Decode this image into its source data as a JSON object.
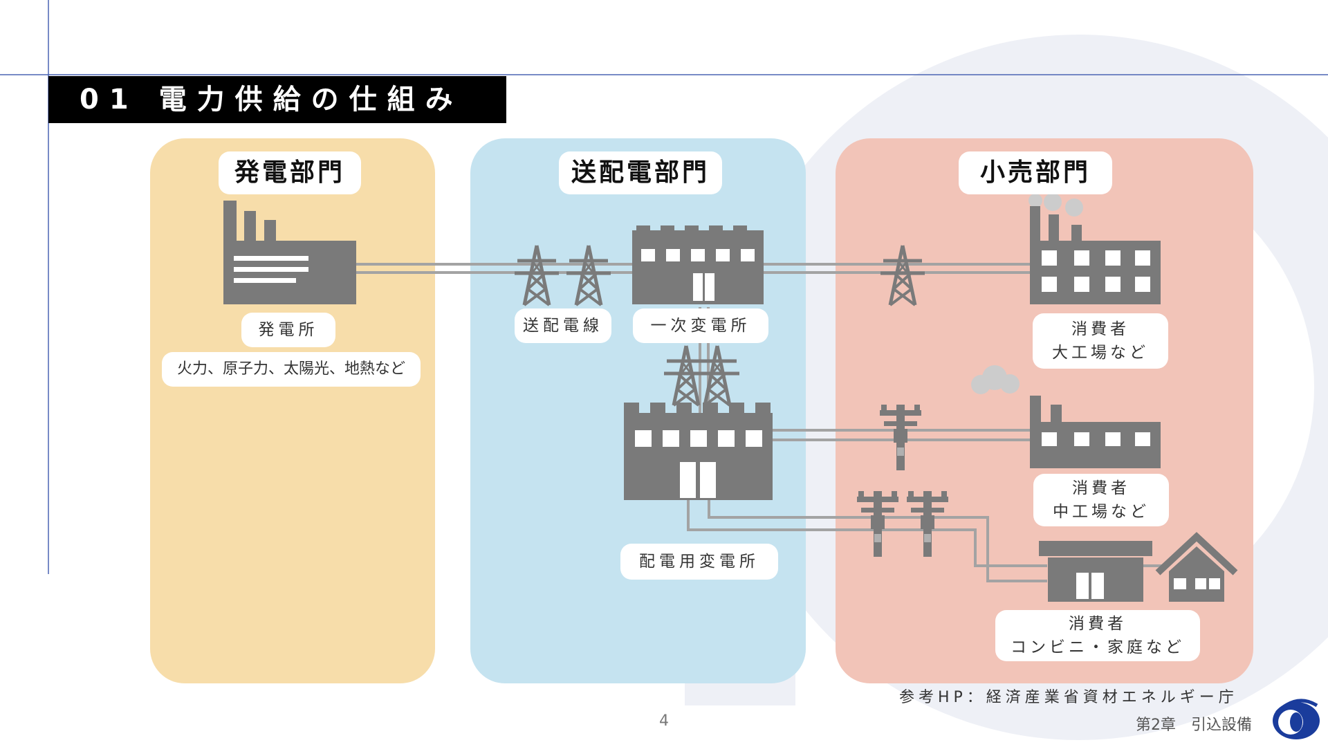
{
  "title": "01 電力供給の仕組み",
  "sections": {
    "generation": {
      "heading": "発電部門",
      "plant_label": "発電所",
      "plant_types": "火力、原子力、太陽光、地熱など"
    },
    "transmission": {
      "heading": "送配電部門",
      "line_label": "送配電線",
      "primary_substation": "一次変電所",
      "distribution_substation": "配電用変電所"
    },
    "retail": {
      "heading": "小売部門",
      "large": {
        "line1": "消費者",
        "line2": "大工場など"
      },
      "medium": {
        "line1": "消費者",
        "line2": "中工場など"
      },
      "small": {
        "line1": "消費者",
        "line2": "コンビニ・家庭など"
      }
    }
  },
  "reference": "参考HP：経済産業省資材エネルギー庁",
  "page_number": "4",
  "chapter": "第2章　引込設備",
  "colors": {
    "generation_bg": "#f7ddaa",
    "transmission_bg": "#c5e3f0",
    "retail_bg": "#f2c4b8",
    "icon_gray": "#7a7a7a",
    "rule_blue": "#4a64b4"
  },
  "icons": [
    "power-plant-icon",
    "transmission-tower-icon",
    "substation-icon",
    "factory-icon",
    "utility-pole-icon",
    "shop-icon",
    "house-icon",
    "company-logo"
  ]
}
